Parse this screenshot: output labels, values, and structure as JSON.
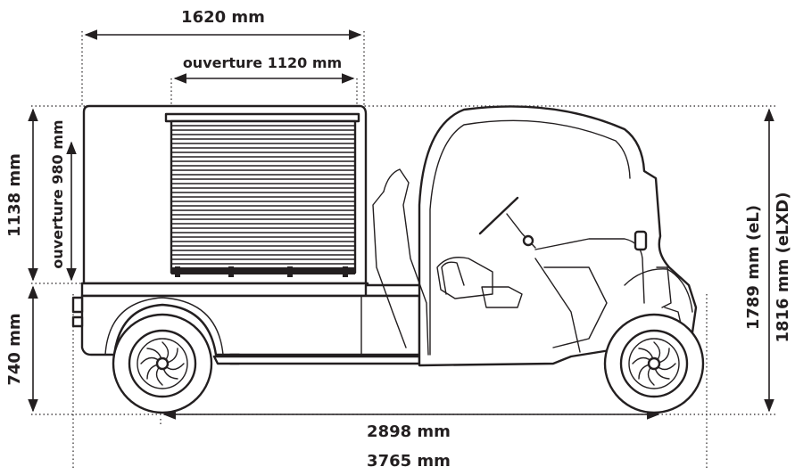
{
  "dimensions": {
    "box_length": "1620 mm",
    "door_opening_width": "ouverture 1120 mm",
    "box_height": "1138 mm",
    "door_opening_height": "ouverture 980 mm",
    "platform_height": "740 mm",
    "height_el": "1789 mm (eL)",
    "height_elxd": "1816 mm (eLXD)",
    "wheelbase": "2898 mm",
    "overall_length": "3765 mm"
  },
  "colors": {
    "line": "#231f20",
    "background": "#ffffff"
  }
}
